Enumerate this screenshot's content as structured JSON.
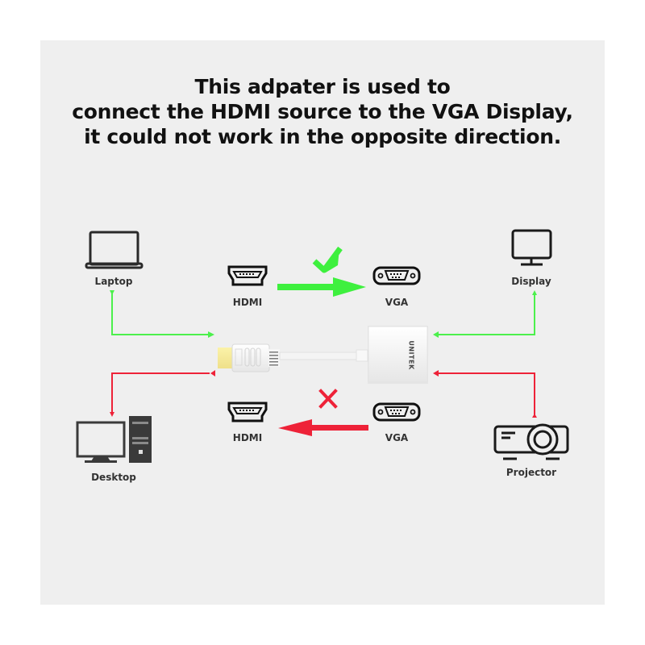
{
  "title": {
    "lines": [
      "This adpater is used to",
      "connect the HDMI source to the VGA Display,",
      "it could not work in the opposite direction."
    ]
  },
  "devices": {
    "laptop": {
      "label": "Laptop",
      "icon": "laptop-icon"
    },
    "display": {
      "label": "Display",
      "icon": "monitor-icon"
    },
    "desktop": {
      "label": "Desktop",
      "icon": "desktop-computer-icon"
    },
    "projector": {
      "label": "Projector",
      "icon": "projector-icon"
    }
  },
  "flows": {
    "supported": {
      "from_label": "HDMI",
      "to_label": "VGA",
      "status_icon": "checkmark-icon",
      "color": "#3ef03e"
    },
    "unsupported": {
      "from_label": "VGA",
      "to_label": "HDMI",
      "status_icon": "cross-icon",
      "color": "#ee2238"
    }
  },
  "adapter": {
    "brand": "UNITEK",
    "input": "HDMI",
    "output": "VGA"
  },
  "colors": {
    "background": "#efefef",
    "page": "#ffffff",
    "green": "#3ef03e",
    "red": "#ee2238",
    "text": "#111111",
    "icon": "#1a1a1a"
  }
}
